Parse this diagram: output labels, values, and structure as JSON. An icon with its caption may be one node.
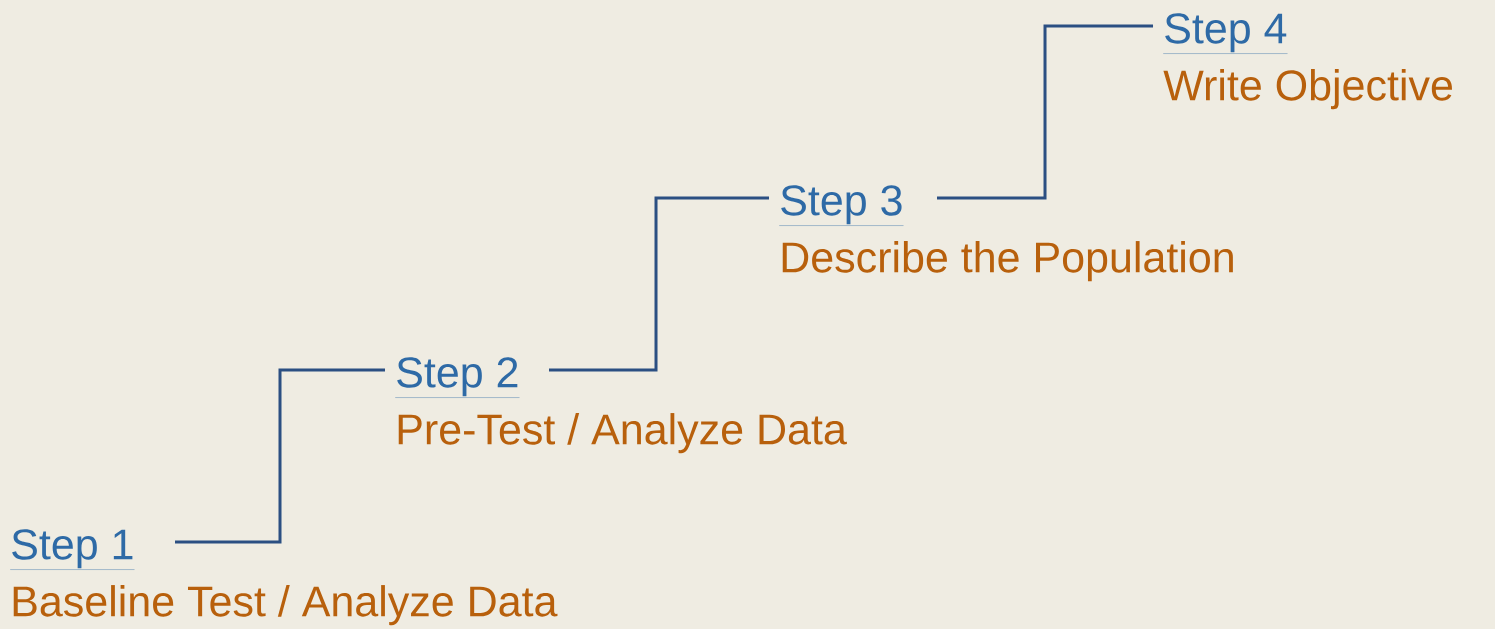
{
  "diagram": {
    "nodes": [
      {
        "text": [
          "Step 1",
          "Baseline Test / Analyze Data"
        ]
      },
      {
        "text": [
          "Step 2",
          "Pre-Test / Analyze Data"
        ]
      },
      {
        "text": [
          "Step 3",
          "Describe the Population"
        ]
      },
      {
        "text": [
          "Step 4",
          "Write Objective"
        ]
      }
    ],
    "edges": [
      {
        "from": 0,
        "to": 1,
        "arrow": "none"
      },
      {
        "from": 1,
        "to": 2,
        "arrow": "none"
      },
      {
        "from": 2,
        "to": 3,
        "arrow": "none"
      }
    ]
  }
}
